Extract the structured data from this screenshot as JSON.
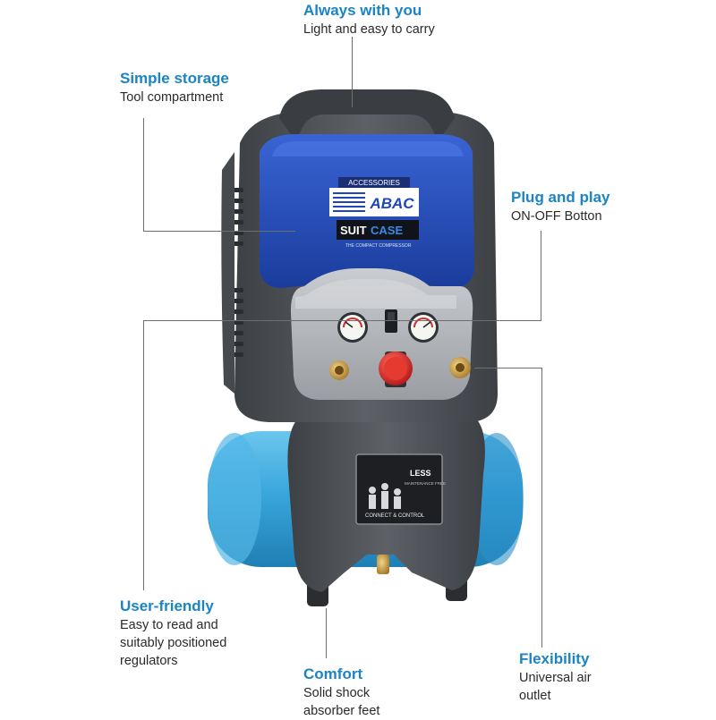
{
  "callouts": {
    "always_with_you": {
      "title": "Always with you",
      "text": "Light and easy to carry"
    },
    "simple_storage": {
      "title": "Simple storage",
      "text": "Tool compartment"
    },
    "plug_and_play": {
      "title": "Plug and play",
      "text": "ON-OFF Botton"
    },
    "user_friendly": {
      "title": "User-friendly",
      "lines": [
        "Easy to read and",
        "suitably positioned",
        "regulators"
      ]
    },
    "comfort": {
      "title": "Comfort",
      "lines": [
        "Solid shock",
        "absorber feet"
      ]
    },
    "flexibility": {
      "title": "Flexibility",
      "lines": [
        "Universal air",
        "outlet"
      ]
    }
  },
  "product": {
    "accessories_label": "ACCESSORIES",
    "brand": "ABAC",
    "model_a": "SUIT",
    "model_b": "CASE",
    "model_tagline": "THE COMPACT COMPRESSOR",
    "panel_brand": "LESS",
    "panel_sub": "MAINTENANCE FREE",
    "panel_caption": "CONNECT & CONTROL"
  },
  "colors": {
    "accent_text": "#1a84c4",
    "body_gray": "#55595e",
    "cover_blue": "#1f46b8",
    "tank_blue": "#3aa7dc",
    "knob_red": "#e02b2b"
  }
}
